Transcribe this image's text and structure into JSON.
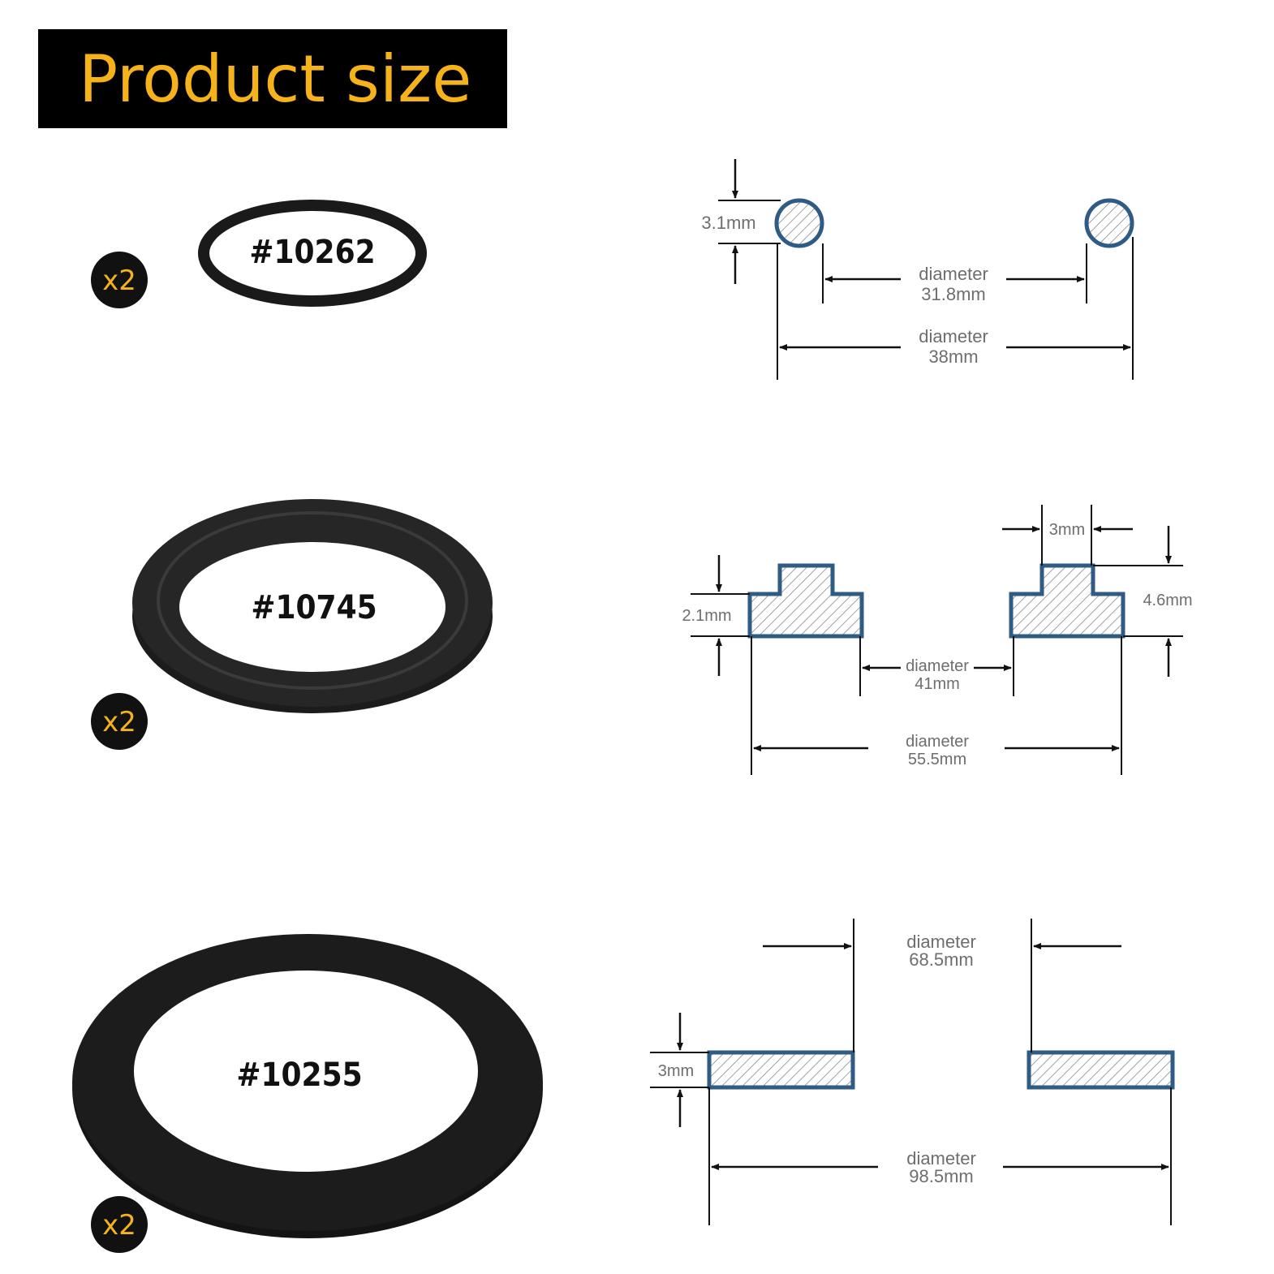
{
  "header": {
    "title": "Product size",
    "title_color": "#f5b21b"
  },
  "colors": {
    "ring": "#1a1a1a",
    "section_outline": "#2f5b84",
    "hatch": "#8a8a8a",
    "dimension_text": "#6e6e6e",
    "badge_text": "#f5b21b"
  },
  "parts": [
    {
      "id": "#10262",
      "quantity": "x2",
      "dimensions": {
        "cross_section": "3.1mm",
        "inner_label": "diameter",
        "inner_value": "31.8mm",
        "outer_label": "diameter",
        "outer_value": "38mm"
      }
    },
    {
      "id": "#10745",
      "quantity": "x2",
      "dimensions": {
        "base_height": "2.1mm",
        "step_width": "3mm",
        "total_height": "4.6mm",
        "inner_label": "diameter",
        "inner_value": "41mm",
        "outer_label": "diameter",
        "outer_value": "55.5mm"
      }
    },
    {
      "id": "#10255",
      "quantity": "x2",
      "dimensions": {
        "thickness": "3mm",
        "inner_label": "diameter",
        "inner_value": "68.5mm",
        "outer_label": "diameter",
        "outer_value": "98.5mm"
      }
    }
  ]
}
